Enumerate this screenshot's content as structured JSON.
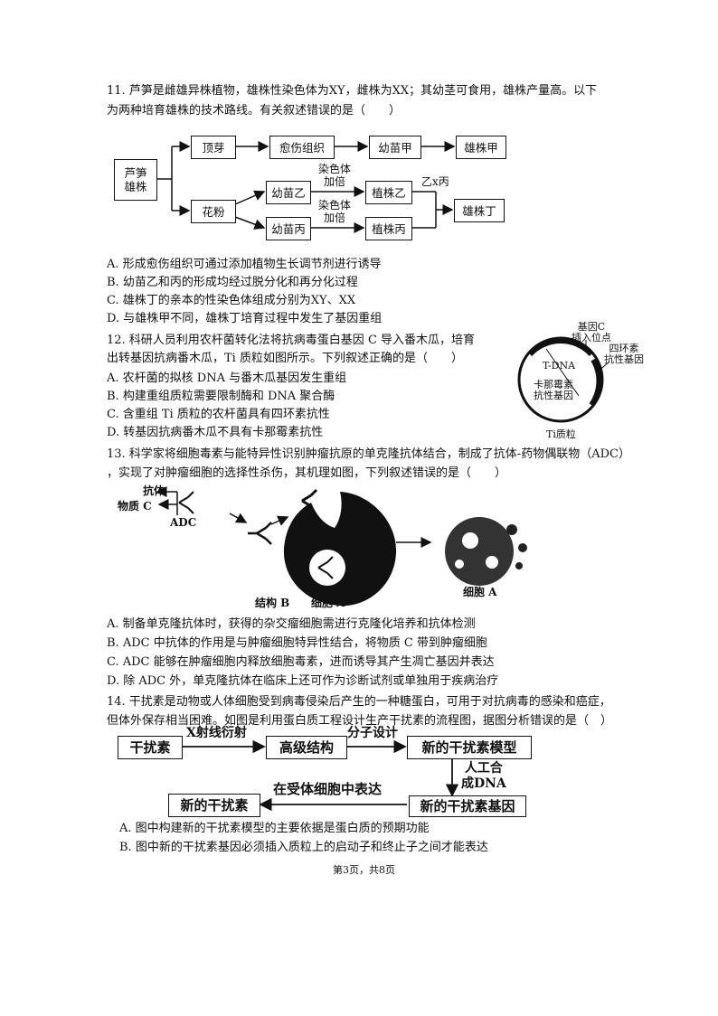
{
  "q11": {
    "stem_line1": "11. 芦笋是雌雄异株植物，雄株性染色体为XY，雌株为XX；其幼茎可食用，雄株产量高。以下",
    "stem_line2": "为两种培育雄株的技术路线。有关叙述错误的是（　　）",
    "diagram": {
      "source": "芦笋\n雄株",
      "top_path": [
        "顶芽",
        "愈伤组织",
        "幼苗甲",
        "雄株甲"
      ],
      "pollen": "花粉",
      "seedling_yi": "幼苗乙",
      "seedling_bing": "幼苗丙",
      "plant_yi": "植株乙",
      "plant_bing": "植株丙",
      "double_label_1": "染色体\n加倍",
      "double_label_2": "染色体\n加倍",
      "cross_label": "乙x丙",
      "result": "雄株丁"
    },
    "options": [
      "A. 形成愈伤组织可通过添加植物生长调节剂进行诱导",
      "B. 幼苗乙和丙的形成均经过脱分化和再分化过程",
      "C. 雄株丁的亲本的性染色体组成分别为XY、XX",
      "D. 与雄株甲不同，雄株丁培育过程中发生了基因重组"
    ]
  },
  "q12": {
    "stem_line1": "12. 科研人员利用农杆菌转化法将抗病毒蛋白基因 C 导入番木瓜，培育",
    "stem_line2": "出转基因抗病番木瓜，Ti 质粒如图所示。下列叙述正确的是（　　）",
    "options": [
      "A. 农杆菌的拟核 DNA 与番木瓜基因发生重组",
      "B. 构建重组质粒需要限制酶和 DNA 聚合酶",
      "C. 含重组 Ti 质粒的农杆菌具有四环素抗性",
      "D. 转基因抗病番木瓜不具有卡那霉素抗性"
    ],
    "plasmid": {
      "insert_site": "基因C\n插入位点",
      "tdna": "T-DNA",
      "tet": "四环素\n抗性基因",
      "kan": "卡那霉素\n抗性基因",
      "name": "Ti质粒"
    }
  },
  "q13": {
    "stem_line1": "13. 科学家将细胞毒素与能特异性识别肿瘤抗原的单克隆抗体结合，制成了抗体-药物偶联物（ADC）",
    "stem_line2": "，实现了对肿瘤细胞的选择性杀伤，其机理如图，下列叙述错误的是（　　）",
    "figure": {
      "antibody": "抗体",
      "substance_c": "物质 C",
      "adc": "ADC",
      "structure_b": "结构 B",
      "cell_a": "细胞 A",
      "dead_cell_a": "细胞 A"
    },
    "options": [
      "A. 制备单克隆抗体时，获得的杂交瘤细胞需进行克隆化培养和抗体检测",
      "B. ADC 中抗体的作用是与肿瘤细胞特异性结合，将物质 C 带到肿瘤细胞",
      "C. ADC 能够在肿瘤细胞内释放细胞毒素，进而诱导其产生凋亡基因并表达",
      "D. 除 ADC 外，单克隆抗体在临床上还可作为诊断试剂或单独用于疾病治疗"
    ]
  },
  "q14": {
    "stem_line1": "14. 干扰素是动物或人体细胞受到病毒侵染后产生的一种糖蛋白，可用于对抗病毒的感染和癌症，",
    "stem_line2": "但体外保存相当困难。如图是利用蛋白质工程设计生产干扰素的流程图，据图分析错误的是（　）",
    "flow": {
      "interferon": "干扰素",
      "xray": "X射线衍射",
      "advanced": "高级结构",
      "molecular": "分子设计",
      "new_model": "新的干扰素模型",
      "synth": "人工合\n成DNA",
      "new_gene": "新的干扰素基因",
      "express": "在受体细胞中表达",
      "new_interferon": "新的干扰素"
    },
    "options": [
      "A. 图中构建新的干扰素模型的主要依据是蛋白质的预期功能",
      "B. 图中新的干扰素基因必须插入质粒上的启动子和终止子之间才能表达"
    ]
  },
  "footer": "第3页，共8页"
}
